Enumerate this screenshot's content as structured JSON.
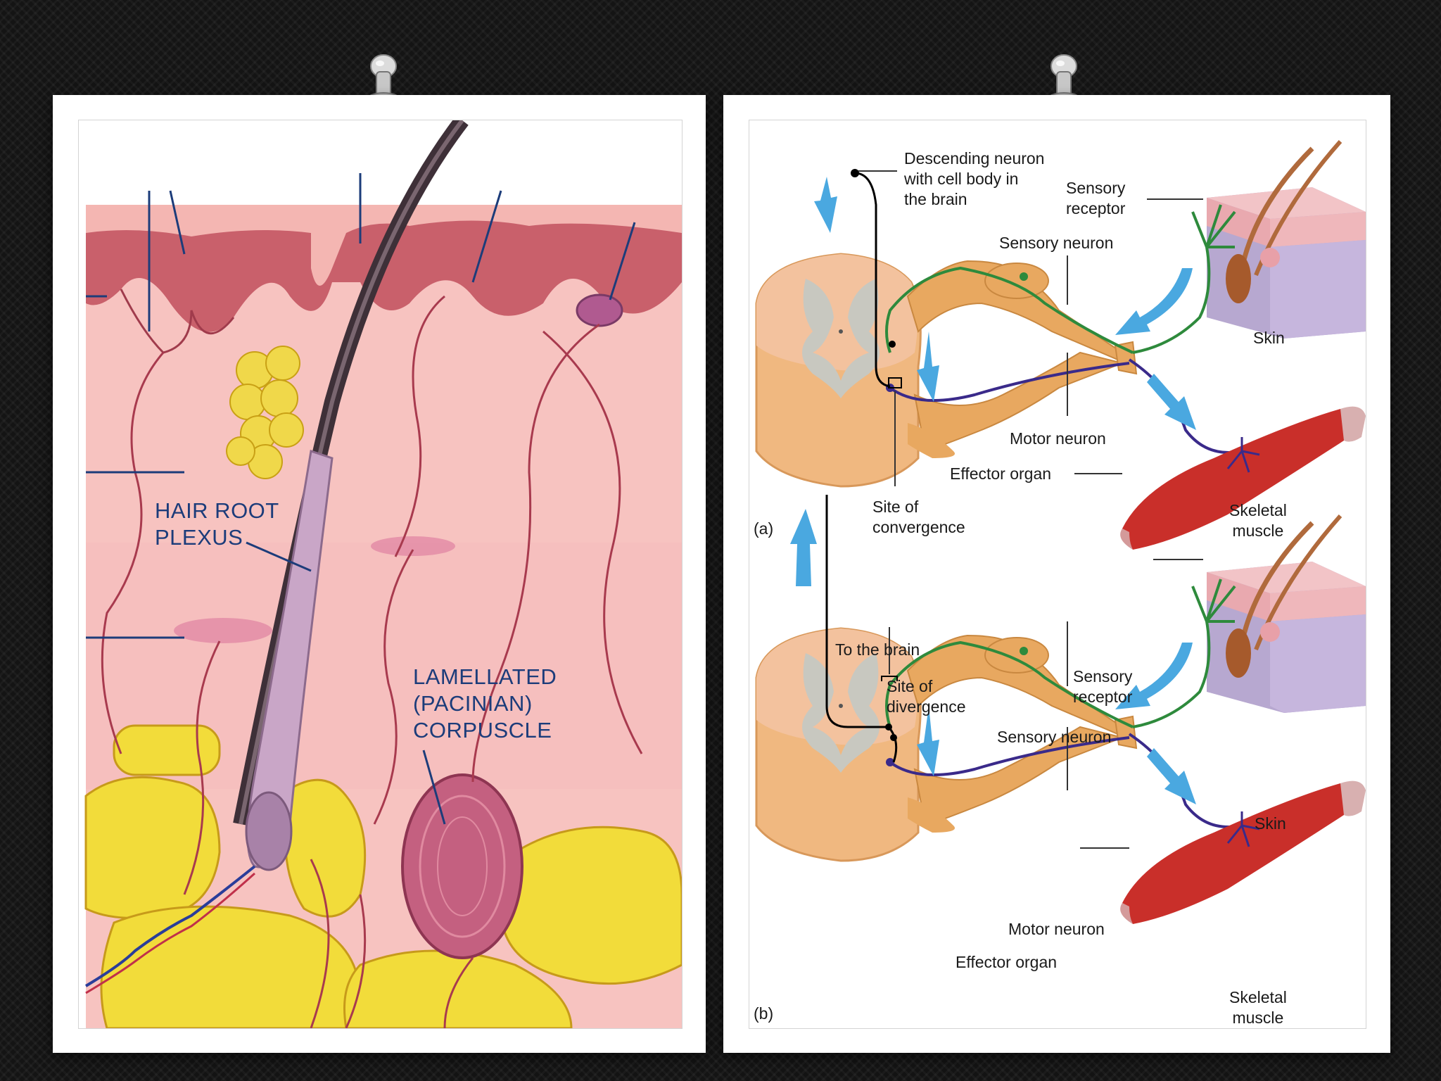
{
  "left_figure": {
    "labels": {
      "hair_root_plexus": "HAIR ROOT\nPLEXUS",
      "lamellated_corpuscle": "LAMELLATED\n(PACINIAN)\nCORPUSCLE"
    }
  },
  "right_figure": {
    "panel_a": {
      "descending_neuron": "Descending neuron\nwith cell body in\nthe brain",
      "sensory_receptor": "Sensory\nreceptor",
      "sensory_neuron": "Sensory neuron",
      "skin": "Skin",
      "motor_neuron": "Motor neuron",
      "effector_organ": "Effector organ",
      "skeletal_muscle": "Skeletal\nmuscle",
      "site": "Site of\nconvergence",
      "panel_letter": "(a)"
    },
    "panel_b": {
      "to_brain": "To the brain",
      "site": "Site of\ndivergence",
      "sensory_receptor": "Sensory\nreceptor",
      "sensory_neuron": "Sensory neuron",
      "skin": "Skin",
      "motor_neuron": "Motor neuron",
      "effector_organ": "Effector organ",
      "skeletal_muscle": "Skeletal\nmuscle",
      "panel_letter": "(b)"
    }
  }
}
